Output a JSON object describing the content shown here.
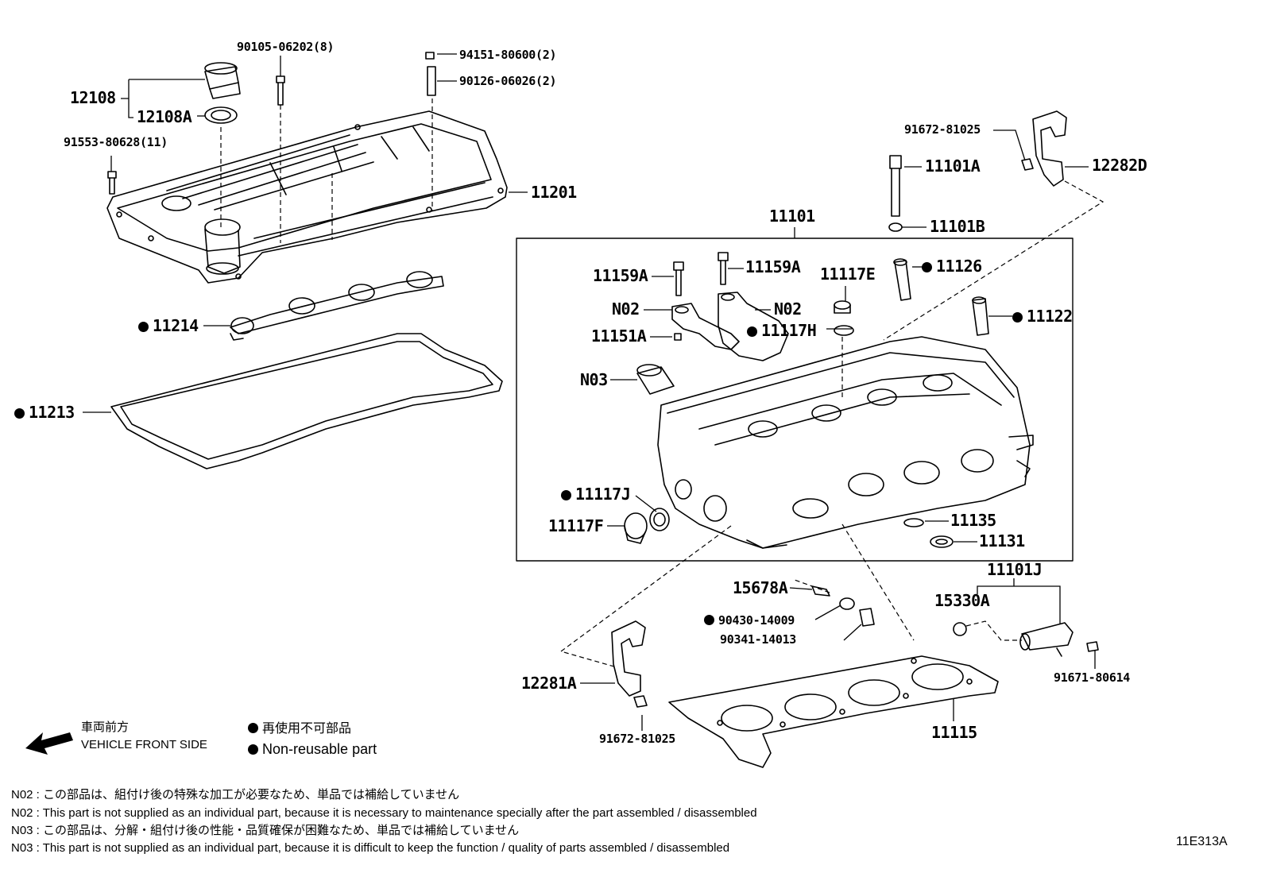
{
  "parts": {
    "p90105": "90105-06202(8)",
    "p94151": "94151-80600(2)",
    "p90126": "90126-06026(2)",
    "p12108": "12108",
    "p12108A": "12108A",
    "p91553": "91553-80628(11)",
    "p11201": "11201",
    "p11214": "11214",
    "p11213": "11213",
    "p91672a": "91672-81025",
    "p12282D": "12282D",
    "p11101A": "11101A",
    "p11101": "11101",
    "p11101B": "11101B",
    "p11159A_1": "11159A",
    "p11159A_2": "11159A",
    "p11117E": "11117E",
    "p11126": "11126",
    "pN02_1": "N02",
    "pN02_2": "N02",
    "p11151A": "11151A",
    "p11117H": "11117H",
    "p11122": "11122",
    "pN03": "N03",
    "p11117J": "11117J",
    "p11117F": "11117F",
    "p11135": "11135",
    "p11131": "11131",
    "p11101J": "11101J",
    "p15678A": "15678A",
    "p15330A": "15330A",
    "p90430": "90430-14009",
    "p90341": "90341-14013",
    "p12281A": "12281A",
    "p91671": "91671-80614",
    "p91672b": "91672-81025",
    "p11115": "11115"
  },
  "legend": {
    "front_jp": "車両前方",
    "front_en": "VEHICLE FRONT SIDE",
    "nonreuse_jp": "再使用不可部品",
    "nonreuse_en": "Non-reusable part"
  },
  "notes": [
    "N02 : この部品は、組付け後の特殊な加工が必要なため、単品では補給していません",
    "N02 : This part is not supplied as an individual part, because it is necessary to maintenance specially after the part assembled / disassembled",
    "N03 : この部品は、分解・組付け後の性能・品質確保が困難なため、単品では補給していません",
    "N03 : This part is not supplied as an individual part, because it is difficult to keep the function / quality of parts  assembled / disassembled"
  ],
  "diagram_id": "11E313A",
  "icons": {
    "nonreusable_marker": "filled-dot-icon",
    "front_arrow": "arrow-left-icon"
  }
}
